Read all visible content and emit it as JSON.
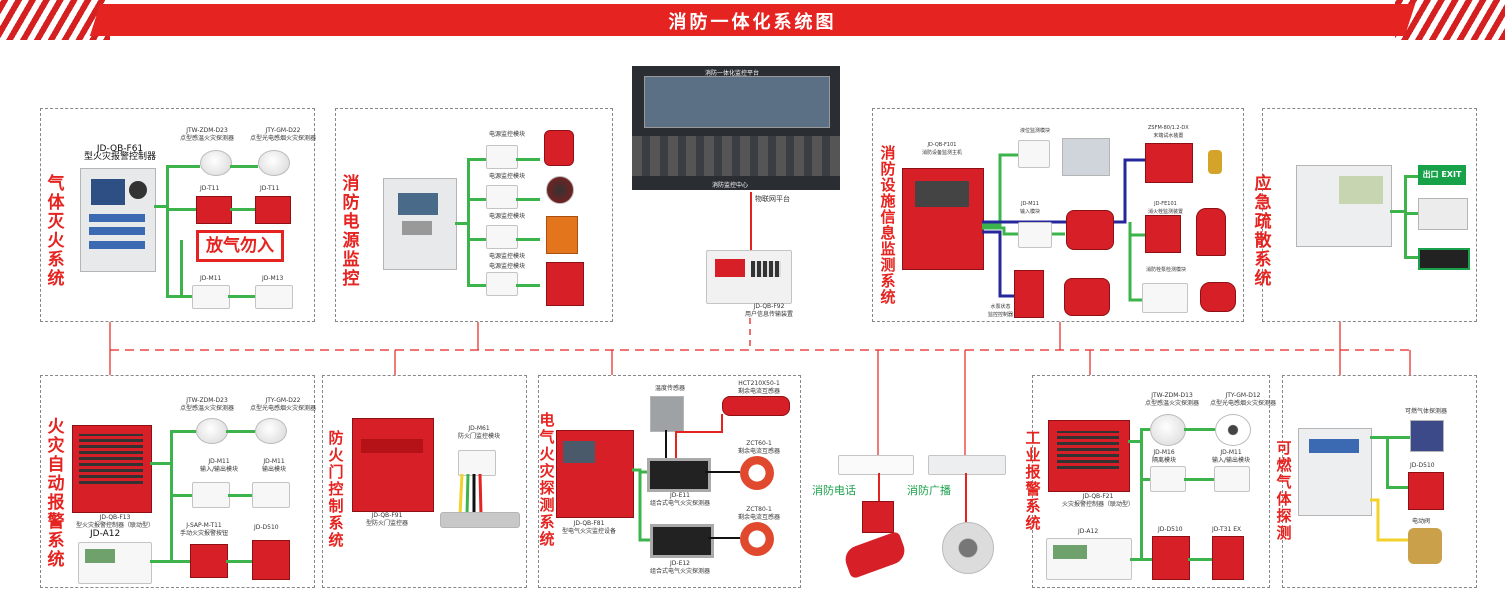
{
  "header": {
    "title": "消防一体化系统图"
  },
  "panels": {
    "gas": {
      "label": "气体灭火系统",
      "controller": "JD-QB-F61\n型火灾报警控制器",
      "d1": "JTW-ZDM-D23\n点型感温火灾探测器",
      "d2": "JTY-GM-D22\n点型光电感烟火灾探测器",
      "t1": "JD-T11",
      "t2": "JD-T11",
      "sign": "放气勿入",
      "m1": "JD-M11",
      "m2": "JD-M13"
    },
    "power": {
      "label": "消防电源监控",
      "m1": "电源监控模块",
      "m2": "电源监控模块",
      "m3": "电源监控模块",
      "m4": "电源监控模块",
      "m5": "电源监控模块"
    },
    "center": {
      "screen_title": "消防一体化监控平台",
      "screen_caption": "消防监控中心",
      "iot": "物联网平台",
      "device": "JD-QB-F92\n用户信息传输装置"
    },
    "facility": {
      "label": "消防设施信息监测系统",
      "host": "JD-QB-F101\n消防设备监测主机",
      "level": "液位监测模块",
      "sprinkler": "ZSFM-80/1.2-DX\n末端试水装置",
      "m11": "JD-M11\n输入模块",
      "fe101": "JD-FE101\n消火栓监测装置",
      "pump": "消防栓泵检测模块",
      "pumpctl": "水泵状态\n监控控制器"
    },
    "evac": {
      "label": "应急疏散系统",
      "exit": "出口 EXIT"
    },
    "alarm": {
      "label": "火灾自动报警系统",
      "d1": "JTW-ZDM-D23\n点型感温火灾探测器",
      "d2": "JTY-GM-D22\n点型光电感烟火灾探测器",
      "m1": "JD-M11\n输入/输出模块",
      "m2": "JD-M11\n输出模块",
      "ctl": "JD-QB-F13\n型火灾报警控制器（联动型）",
      "ctlname": "JD-A12",
      "sap": "J-SAP-M-T11\n手动火灾报警按钮",
      "d510": "JD-D510"
    },
    "door": {
      "label": "防火门控制系统",
      "m": "JD-M61\n防火门监控模块",
      "ctl": "JD-QB-F91\n型防火门监控器"
    },
    "electric": {
      "label": "电气火灾探测系统",
      "ct0": "温度传感器",
      "hct": "HCT210X50-1\n剩余电流互感器",
      "zct1": "ZCT60-1\n剩余电流互感器",
      "zct2": "ZCT80-1\n剩余电流互感器",
      "e11": "JD-E11\n组合式电气火灾探测器",
      "e12": "JD-E12\n组合式电气火灾探测器",
      "ctl": "JD-QB-F81\n型电气火灾监控设备"
    },
    "phone": {
      "label": "消防电话"
    },
    "broadcast": {
      "label": "消防广播"
    },
    "industrial": {
      "label": "工业报警系统",
      "d1": "JTW-ZDM-D13\n点型感温火灾探测器",
      "d2": "JTY-GM-D12\n点型光电感烟火灾探测器",
      "m16": "JD-M16\n隔离模块",
      "m11": "JD-M11\n输入/输出模块",
      "ctl": "JD-QB-F21\n火灾报警控制器（联动型）",
      "a12": "JD-A12",
      "d510": "JD-D510",
      "t31": "JD-T31 EX"
    },
    "gasdet": {
      "label": "可燃气体探测",
      "sensor": "可燃气体探测器",
      "d510": "JD-D510",
      "valve": "电动阀"
    }
  },
  "colors": {
    "red": "#e52421",
    "green": "#3cb44b",
    "blue": "#27279c"
  }
}
